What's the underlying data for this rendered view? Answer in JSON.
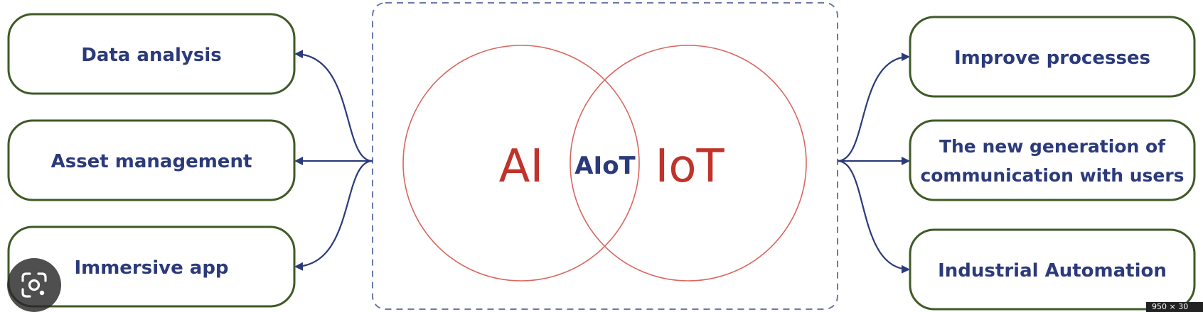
{
  "diagram": {
    "left_boxes": [
      {
        "label": "Data analysis"
      },
      {
        "label": "Asset management"
      },
      {
        "label": "Immersive app"
      }
    ],
    "right_boxes": [
      {
        "lines": [
          "Improve processes"
        ]
      },
      {
        "lines": [
          "The new generation of",
          "communication with users"
        ]
      },
      {
        "lines": [
          "Industrial Automation"
        ]
      }
    ],
    "venn": {
      "left_label": "AI",
      "intersection_label": "AIoT",
      "right_label": "IoT"
    }
  },
  "colors": {
    "box_border": "#3f5a26",
    "box_text": "#2b3a7a",
    "arrow": "#2b3a7a",
    "circle": "#d9665e",
    "circle_label": "#c0332b",
    "dashed_frame": "#6b7aa8"
  },
  "overlay": {
    "lens_icon": "google-lens-icon",
    "corner_text": "950 × 30"
  }
}
